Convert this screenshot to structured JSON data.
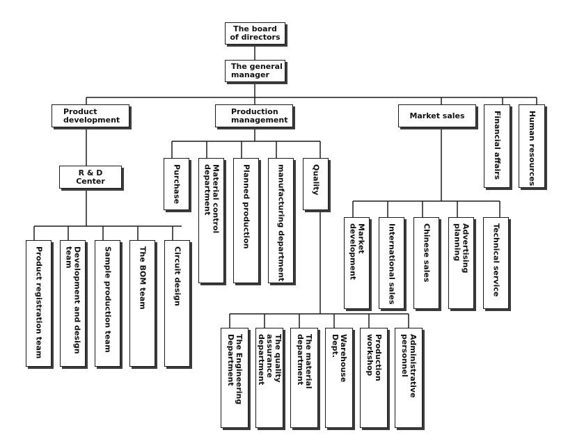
{
  "root": {
    "board": "The board\nof directors",
    "gm": "The general\nmanager"
  },
  "departments": {
    "product_development": "Product\ndevelopment",
    "production_management": "Production\nmanagement",
    "market_sales": "Market sales",
    "financial_affairs": "Financial affairs",
    "human_resources": "Human resources"
  },
  "rd_center": "R & D\nCenter",
  "rd_teams": [
    "Product registration team",
    "Development and design team",
    "Sample production team",
    "The BOM team",
    "Circuit design"
  ],
  "production_units": [
    "Purchase",
    "Material control department",
    "Planned production",
    "manufacturing department",
    "Quality"
  ],
  "quality_units": [
    "The Engineering\nDepartment",
    "The quality assurance\ndepartment",
    "The material\ndepartment",
    "Warehouse\nDept.",
    "Production\nworkshop",
    "Administrative\npersonnel"
  ],
  "market_units": [
    "Market development",
    "International sales",
    "Chinese sales",
    "Advertising planning",
    "Technical service"
  ]
}
